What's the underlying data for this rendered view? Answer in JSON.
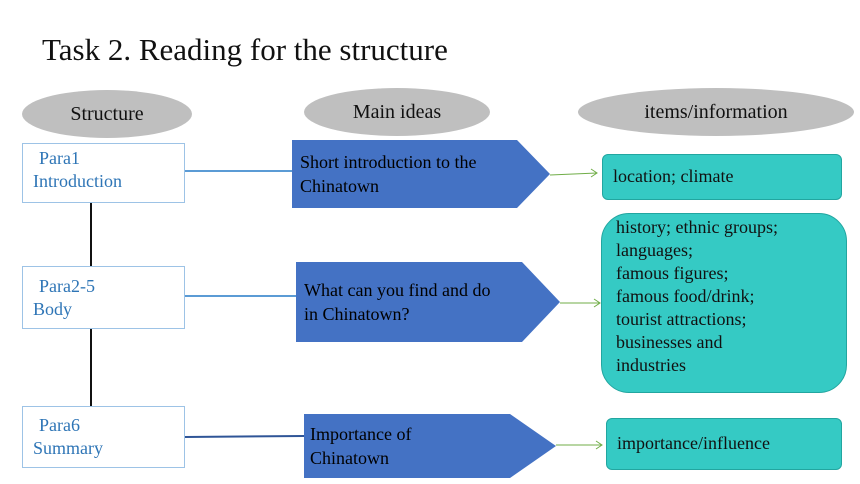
{
  "title": "Task 2. Reading for the structure",
  "headers": {
    "structure": "Structure",
    "main_ideas": "Main ideas",
    "items": "items/information"
  },
  "rows": [
    {
      "para": "Para1",
      "section": "Introduction",
      "main_idea_1": "Short introduction to the",
      "main_idea_2": "Chinatown",
      "info": "location; climate"
    },
    {
      "para": "Para2-5",
      "section": "Body",
      "main_idea_1": "What can you find and do",
      "main_idea_2": "in Chinatown?",
      "info_lines": [
        "history; ethnic groups;",
        "languages;",
        "famous figures;",
        "famous food/drink;",
        "tourist attractions;",
        "businesses and",
        "industries"
      ]
    },
    {
      "para": "Para6",
      "section": "Summary",
      "main_idea_1": "Importance of",
      "main_idea_2": "Chinatown",
      "info": "importance/influence"
    }
  ],
  "colors": {
    "oval": "#bfbfbf",
    "para_border": "#9dc3e6",
    "para_text": "#2e75b6",
    "arrow_fill": "#4472c4",
    "info_fill": "#35cac4",
    "connector": "#5b9bd5",
    "small_arrow": "#70ad47"
  }
}
